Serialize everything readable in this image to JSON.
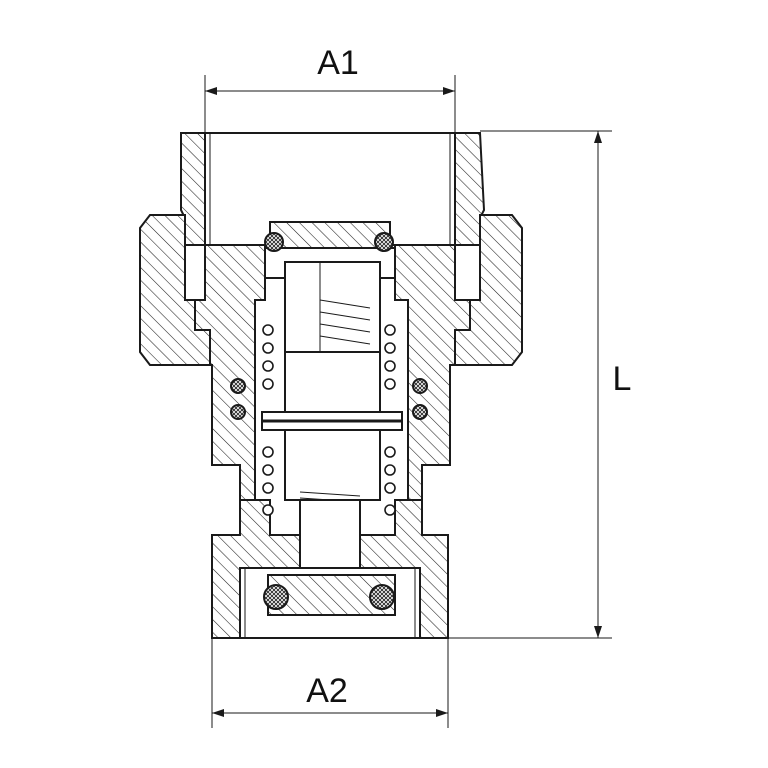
{
  "dimensions": {
    "top_width_label": "A1",
    "bottom_width_label": "A2",
    "length_label": "L"
  }
}
